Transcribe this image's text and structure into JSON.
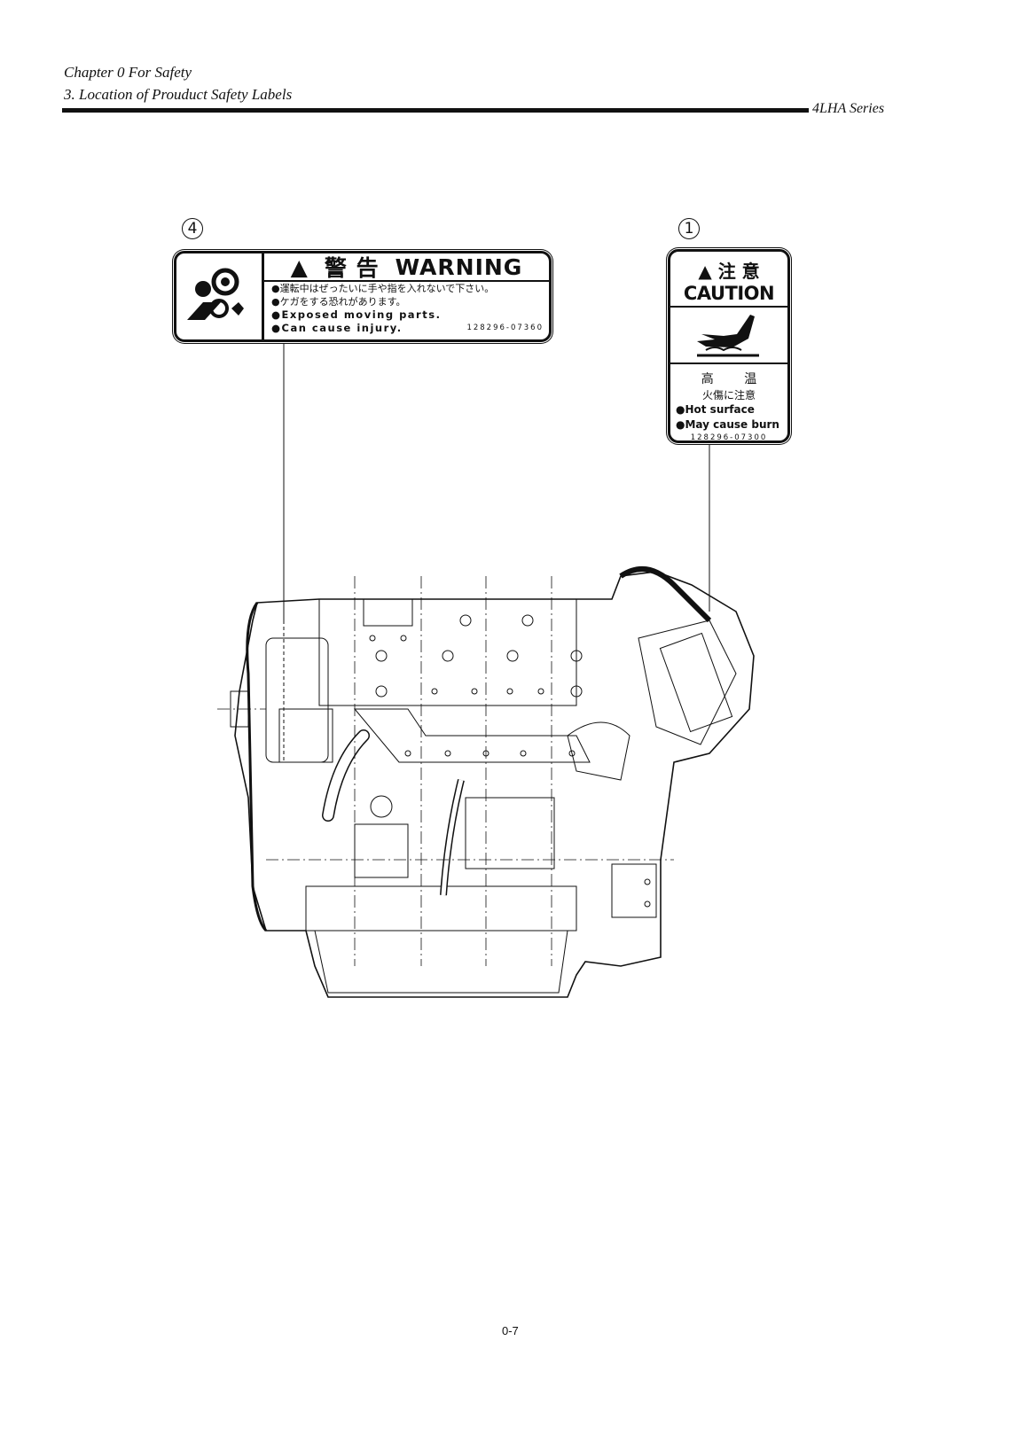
{
  "header": {
    "chapter": "Chapter 0 For Safety",
    "section": "3. Location of Prouduct Safety Labels",
    "series": "4LHA Series"
  },
  "labels": [
    {
      "number": "4",
      "icon": "moving-parts-hazard-icon",
      "title_jp": "警 告",
      "title_en": "WARNING",
      "lines_jp": [
        "●運転中はぜったいに手や指を入れないで下さい。",
        "●ケガをする恐れがあります。"
      ],
      "lines_en": [
        "●Exposed moving parts.",
        "●Can cause injury."
      ],
      "part_no": "128296-07360"
    },
    {
      "number": "1",
      "icon": "hot-surface-hand-icon",
      "title_jp": "注 意",
      "title_en": "CAUTION",
      "lines_jp": [
        "高 温",
        "火傷に注意"
      ],
      "lines_en": [
        "●Hot surface",
        "●May cause burn"
      ],
      "part_no": "128296-07300"
    }
  ],
  "page_number": "0-7"
}
